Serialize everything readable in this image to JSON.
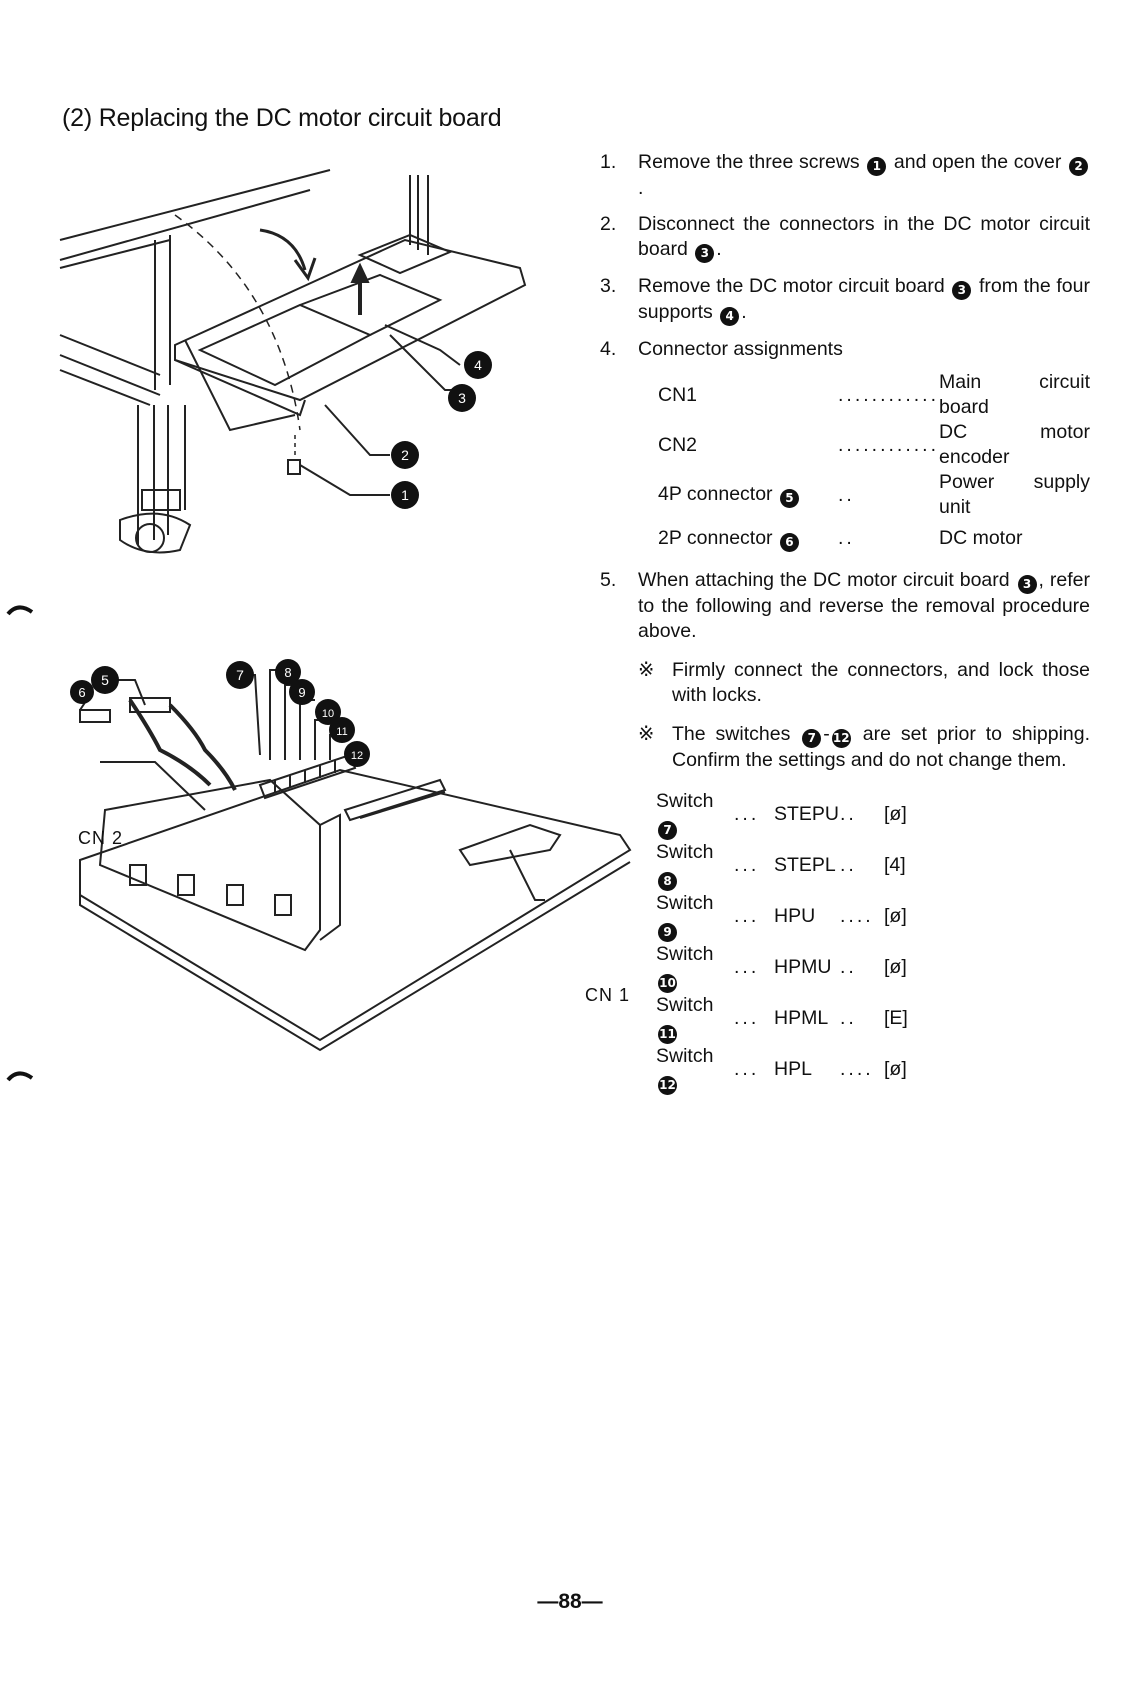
{
  "title": "(2) Replacing the DC motor circuit board",
  "steps": [
    {
      "num": "1.",
      "before": "Remove the three screws",
      "c1": "1",
      "middle": "and open the cover",
      "c2": "2",
      "after": "."
    },
    {
      "num": "2.",
      "before": "Disconnect the connectors in the DC motor circuit board",
      "c1": "3",
      "after": "."
    },
    {
      "num": "3.",
      "before": "Remove the DC motor circuit board",
      "c1": "3",
      "middle": "from the four supports",
      "c2": "4",
      "after": "."
    },
    {
      "num": "4.",
      "text": "Connector assignments"
    },
    {
      "num": "5.",
      "before": "When attaching the DC motor circuit board",
      "c1": "3",
      "after": ", refer to the following and reverse the removal procedure above."
    }
  ],
  "connectors": [
    {
      "name": "CN1",
      "circle": "",
      "dots": "............",
      "desc": "Main circuit board"
    },
    {
      "name": "CN2",
      "circle": "",
      "dots": "............",
      "desc": "DC motor encoder"
    },
    {
      "name": "4P connector",
      "circle": "5",
      "dots": "..",
      "desc": "Power supply unit"
    },
    {
      "name": "2P connector",
      "circle": "6",
      "dots": "..",
      "desc": "DC motor"
    }
  ],
  "notes": [
    {
      "mark": "※",
      "text": "Firmly connect the connectors, and lock those with locks."
    },
    {
      "mark": "※",
      "before": "The switches",
      "c1": "7",
      "dash": "-",
      "c2": "12",
      "after": "are set prior to shipping. Confirm the settings and do not change them."
    }
  ],
  "switches": [
    {
      "label": "Switch",
      "circle": "7",
      "dots1": "...",
      "name": "STEPU",
      "dots2": "..",
      "value": "[ø]"
    },
    {
      "label": "Switch",
      "circle": "8",
      "dots1": "...",
      "name": "STEPL",
      "dots2": "..",
      "value": "[4]"
    },
    {
      "label": "Switch",
      "circle": "9",
      "dots1": "...",
      "name": "HPU",
      "dots2": "....",
      "value": "[ø]"
    },
    {
      "label": "Switch",
      "circle": "10",
      "dots1": "...",
      "name": "HPMU",
      "dots2": "..",
      "value": "[ø]"
    },
    {
      "label": "Switch",
      "circle": "11",
      "dots1": "...",
      "name": "HPML",
      "dots2": "..",
      "value": "[E]"
    },
    {
      "label": "Switch",
      "circle": "12",
      "dots1": "...",
      "name": "HPL",
      "dots2": "....",
      "value": "[ø]"
    }
  ],
  "figure_top": {
    "callouts": [
      "4",
      "3",
      "2",
      "1"
    ]
  },
  "figure_bottom": {
    "callouts": [
      "5",
      "6",
      "7",
      "8",
      "9",
      "10",
      "11",
      "12"
    ],
    "cn2": "CN 2",
    "cn1": "CN 1"
  },
  "page_number": "—88—"
}
